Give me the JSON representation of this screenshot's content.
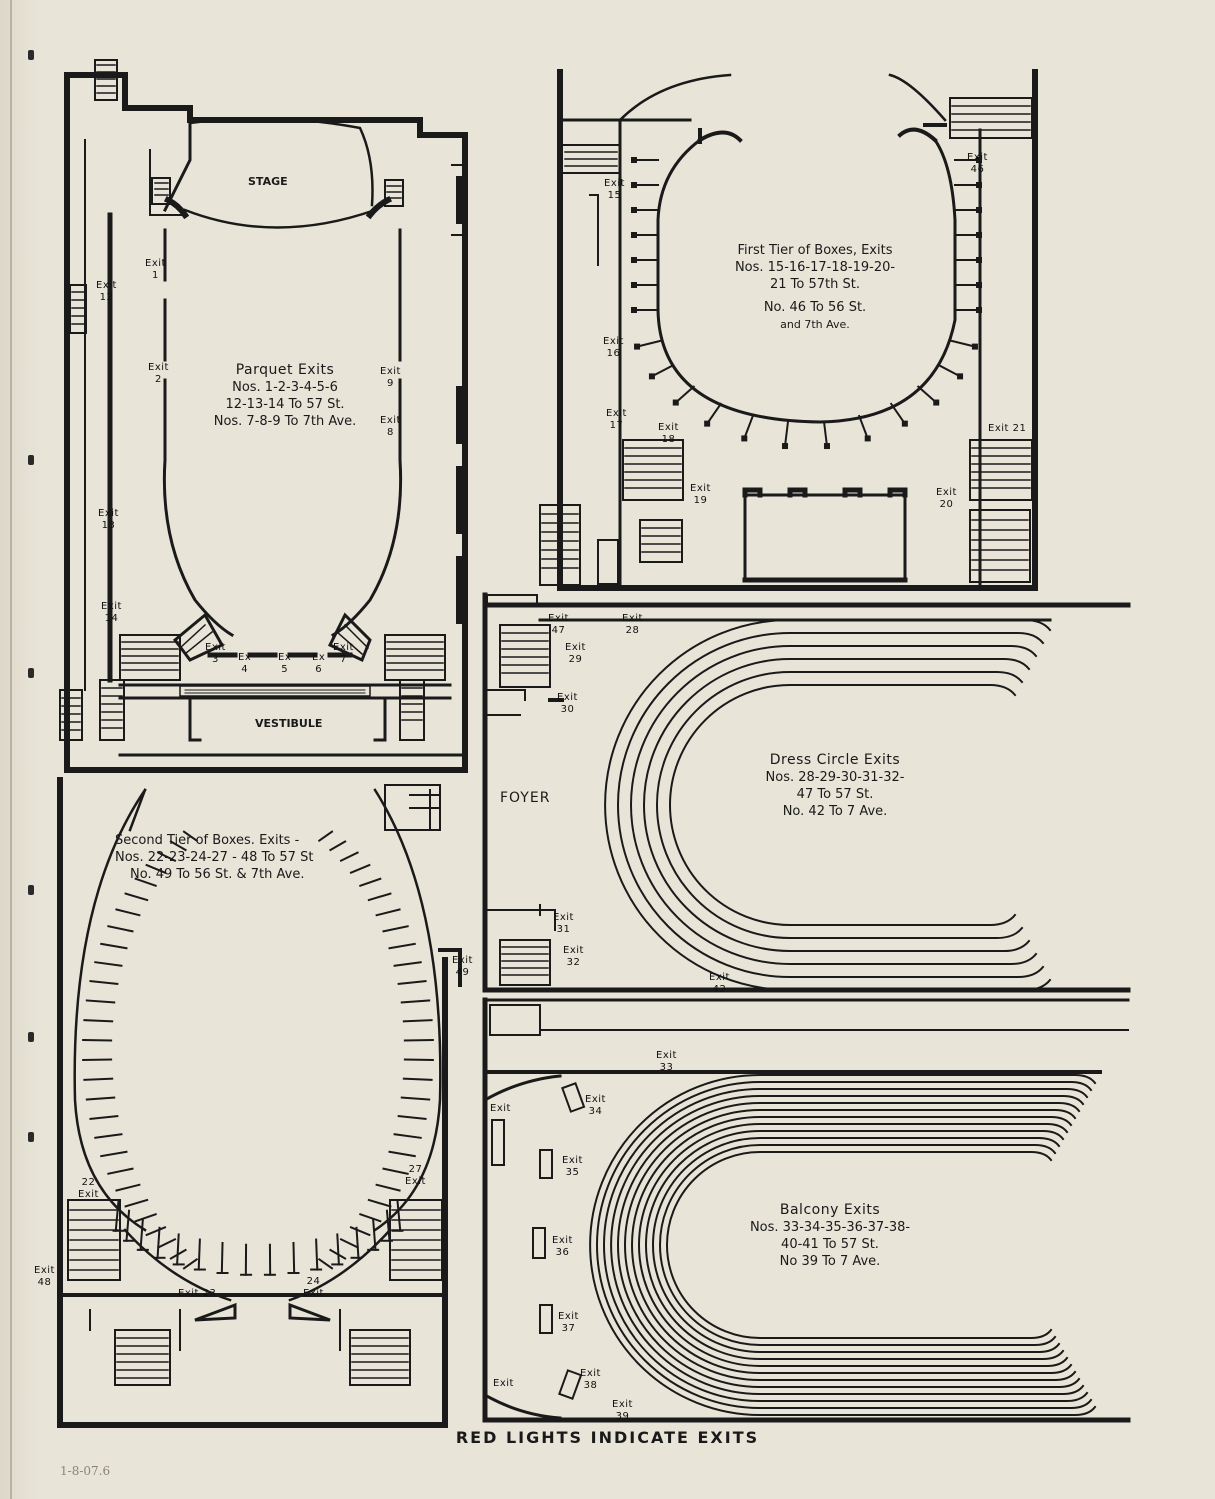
{
  "footer": "RED LIGHTS INDICATE EXITS",
  "pencil_note": "1-8-07.6",
  "colors": {
    "paper": "#e8e4d8",
    "ink": "#1a1a1a"
  },
  "parquet": {
    "title": "Parquet Exits",
    "line1": "Nos. 1-2-3-4-5-6",
    "line2": "12-13-14 To 57 St.",
    "line3": "Nos. 7-8-9 To 7th Ave.",
    "stage": "STAGE",
    "vestibule": "VESTIBULE",
    "exits": {
      "e1": [
        "Exit",
        "1"
      ],
      "e2": [
        "Exit",
        "2"
      ],
      "e3": [
        "Exit",
        "3"
      ],
      "e4": [
        "Ex",
        "4"
      ],
      "e5": [
        "Ex",
        "5"
      ],
      "e6": [
        "Ex",
        "6"
      ],
      "e7": [
        "Exit",
        "7"
      ],
      "e8": [
        "Exit",
        "8"
      ],
      "e9": [
        "Exit",
        "9"
      ],
      "e12": [
        "Exit",
        "12"
      ],
      "e13": [
        "Exit",
        "13"
      ],
      "e14": [
        "Exit",
        "14"
      ]
    }
  },
  "first_tier": {
    "line1": "First Tier of Boxes, Exits",
    "line2": "Nos. 15-16-17-18-19-20-",
    "line3": "21 To 57th St.",
    "line4": "No. 46 To 56 St.",
    "line5": "and 7th Ave.",
    "exits": {
      "e15": [
        "Exit",
        "15"
      ],
      "e16": [
        "Exit",
        "16"
      ],
      "e17": [
        "Exit",
        "17"
      ],
      "e18": [
        "Exit",
        "18"
      ],
      "e19": [
        "Exit",
        "19"
      ],
      "e20": [
        "Exit",
        "20"
      ],
      "e21": [
        "Exit 21",
        ""
      ],
      "e46": [
        "Exit",
        "46"
      ]
    }
  },
  "dress_circle": {
    "title": "Dress Circle Exits",
    "line1": "Nos. 28-29-30-31-32-",
    "line2": "47 To 57 St.",
    "line3": "No. 42 To 7 Ave.",
    "foyer": "FOYER",
    "exits": {
      "e28": [
        "Exit",
        "28"
      ],
      "e29": [
        "Exit",
        "29"
      ],
      "e30": [
        "Exit",
        "30"
      ],
      "e31": [
        "Exit",
        "31"
      ],
      "e32": [
        "Exit",
        "32"
      ],
      "e42": [
        "Exit",
        "42"
      ],
      "e47": [
        "Exit",
        "47"
      ]
    }
  },
  "second_tier": {
    "line1": "Second Tier of Boxes. Exits -",
    "line2": "Nos. 22-23-24-27 - 48 To 57 St",
    "line3": "No. 49 To 56 St. & 7th Ave.",
    "exits": {
      "e22": [
        "22",
        "Exit"
      ],
      "e23": [
        "Exit 23",
        ""
      ],
      "e24": [
        "24",
        "Exit"
      ],
      "e27": [
        "27",
        "Exit"
      ],
      "e48": [
        "Exit",
        "48"
      ],
      "e49": [
        "Exit",
        "49"
      ]
    }
  },
  "balcony": {
    "title": "Balcony Exits",
    "line1": "Nos. 33-34-35-36-37-38-",
    "line2": "40-41 To 57 St.",
    "line3": "No 39 To 7 Ave.",
    "exits": {
      "e33": [
        "Exit",
        "33"
      ],
      "e34": [
        "Exit",
        "34"
      ],
      "e35": [
        "Exit",
        "35"
      ],
      "e36": [
        "Exit",
        "36"
      ],
      "e37": [
        "Exit",
        "37"
      ],
      "e38": [
        "Exit",
        "38"
      ],
      "e39": [
        "Exit",
        "39"
      ],
      "e40": [
        "Exit",
        ""
      ],
      "e41": [
        "Exit",
        ""
      ]
    }
  }
}
